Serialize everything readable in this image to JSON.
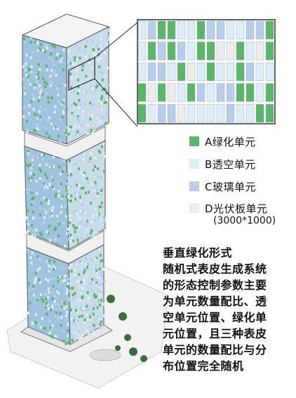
{
  "colors": {
    "green": "#5cb56a",
    "transparent": "#dcedf6",
    "glass": "#b7cdea",
    "pv": "#ececec"
  },
  "legend": {
    "a_label": "A绿化单元",
    "b_label": "B透空单元",
    "c_label": "C玻璃单元",
    "d_label": "D光伏板单元",
    "d_size": "(3000*1000)"
  },
  "description": {
    "title": "垂直绿化形式",
    "lines": [
      "随机式表皮生成系统",
      "的形态控制参数主要",
      "为单元数量配比、透",
      "空单元位置、绿化单",
      "元位置，且三种表皮",
      "单元的数量配比与分",
      "布位置完全随机"
    ]
  }
}
